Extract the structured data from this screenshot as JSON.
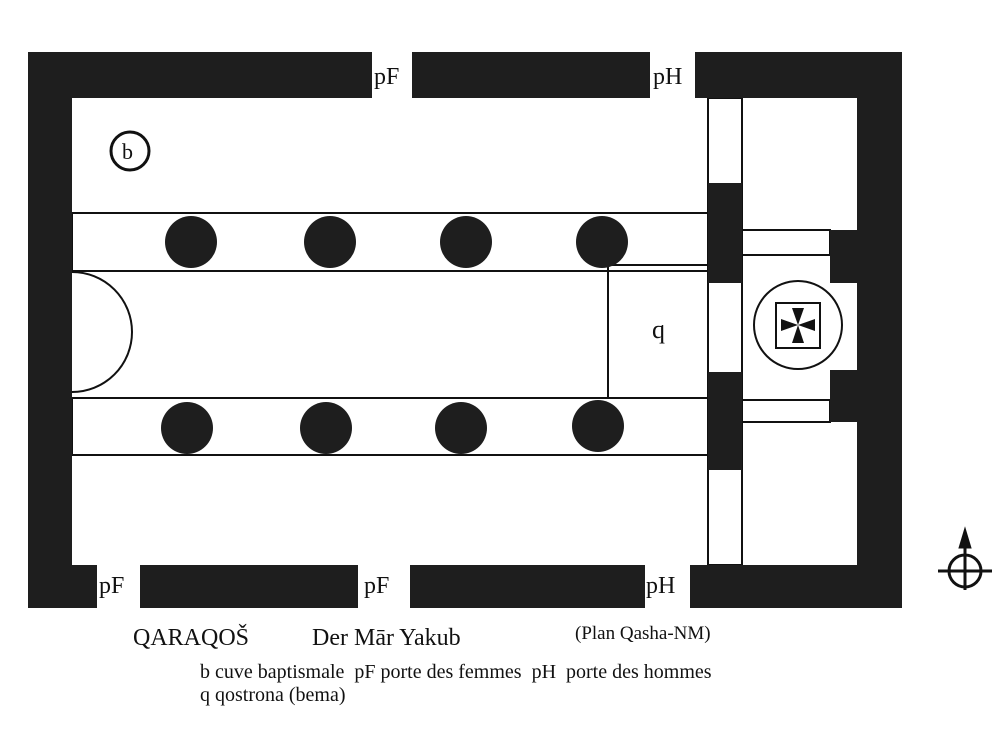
{
  "plan": {
    "baptismal_font_label": "b",
    "bema_label": "q",
    "doors": {
      "top_left": "pF",
      "top_right": "pH",
      "bottom_left": "pF",
      "bottom_middle": "pF",
      "bottom_right": "pH"
    }
  },
  "caption": {
    "site": "QARAQOŠ",
    "church": "Der Mār Yakub",
    "source": "(Plan Qasha-NM)"
  },
  "legend": {
    "line1": "b cuve baptismale  pF porte des femmes  pH  porte des hommes",
    "line2": "q qostrona (bema)"
  }
}
